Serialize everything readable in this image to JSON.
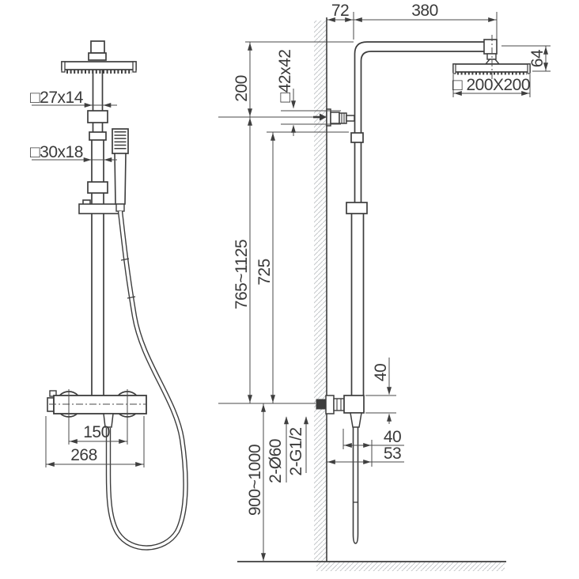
{
  "front_view": {
    "dims": {
      "upper_pipe": "□27x14",
      "lower_pipe": "□30x18",
      "handle_centers": "150",
      "valve_width": "268"
    }
  },
  "side_view": {
    "dims": {
      "wall_to_riser": "72",
      "arm_length": "380",
      "head_thickness": "64",
      "head_size": "□ 200X200",
      "arm_to_supply": "200",
      "wall_bracket": "□42x42",
      "overall_adjustable": "765~1125",
      "riser_tube": "725",
      "valve_height": "40",
      "hose_offset": "40",
      "hose_to_wall": "53",
      "escutcheons": "2-Ø60",
      "connections": "2-G1/2",
      "mounting_height": "900~1000"
    }
  },
  "colors": {
    "outline": "#3d3d3d",
    "dim_line": "#4a4a4a",
    "hatch": "#c5c8cb",
    "background": "#ffffff"
  }
}
